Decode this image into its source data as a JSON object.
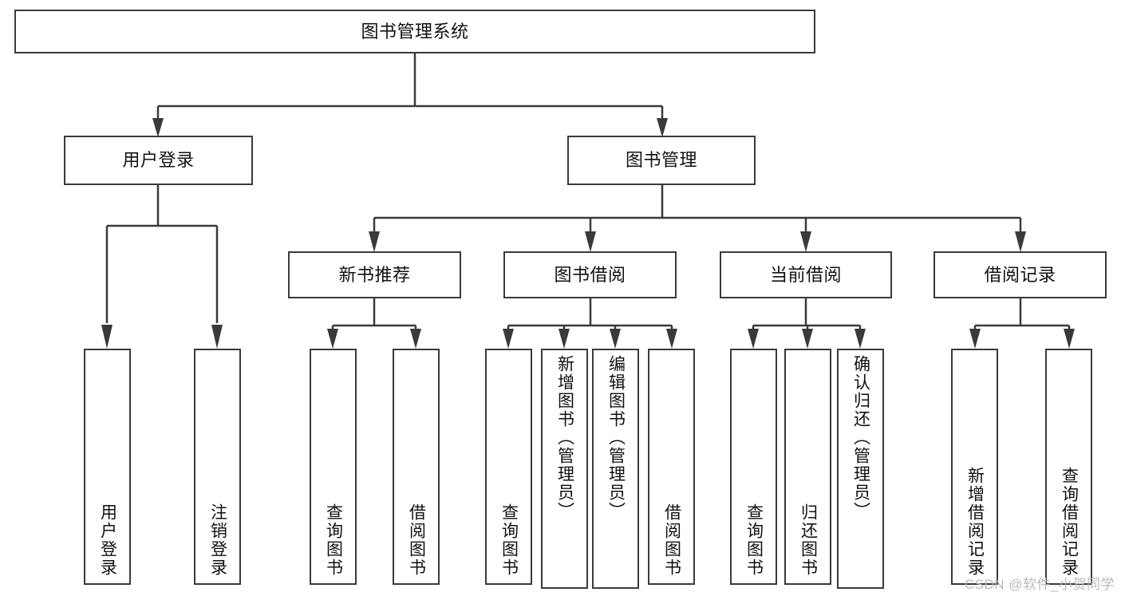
{
  "diagram": {
    "title": "图书管理系统",
    "root": {
      "label": "图书管理系统"
    },
    "level2": [
      {
        "label": "用户登录"
      },
      {
        "label": "图书管理"
      }
    ],
    "level3": [
      {
        "label": "新书推荐"
      },
      {
        "label": "图书借阅"
      },
      {
        "label": "当前借阅"
      },
      {
        "label": "借阅记录"
      }
    ],
    "leaves": {
      "user_login": [
        {
          "label": "用户登录"
        },
        {
          "label": "注销登录"
        }
      ],
      "new_book_recommend": [
        {
          "label": "查询图书"
        },
        {
          "label": "借阅图书"
        }
      ],
      "book_borrow": [
        {
          "label": "查询图书"
        },
        {
          "label": "新增图书（管理员）"
        },
        {
          "label": "编辑图书（管理员）"
        },
        {
          "label": "借阅图书"
        }
      ],
      "current_borrow": [
        {
          "label": "查询图书"
        },
        {
          "label": "归还图书"
        },
        {
          "label": "确认归还（管理员）"
        }
      ],
      "borrow_record": [
        {
          "label": "新增借阅记录"
        },
        {
          "label": "查询借阅记录"
        }
      ]
    }
  },
  "watermark": {
    "text": "CSDN @软件_小贺同学"
  },
  "colors": {
    "border": "#3a3a3a",
    "background": "#ffffff",
    "text": "#111111",
    "watermark": "#b9b9b9"
  }
}
